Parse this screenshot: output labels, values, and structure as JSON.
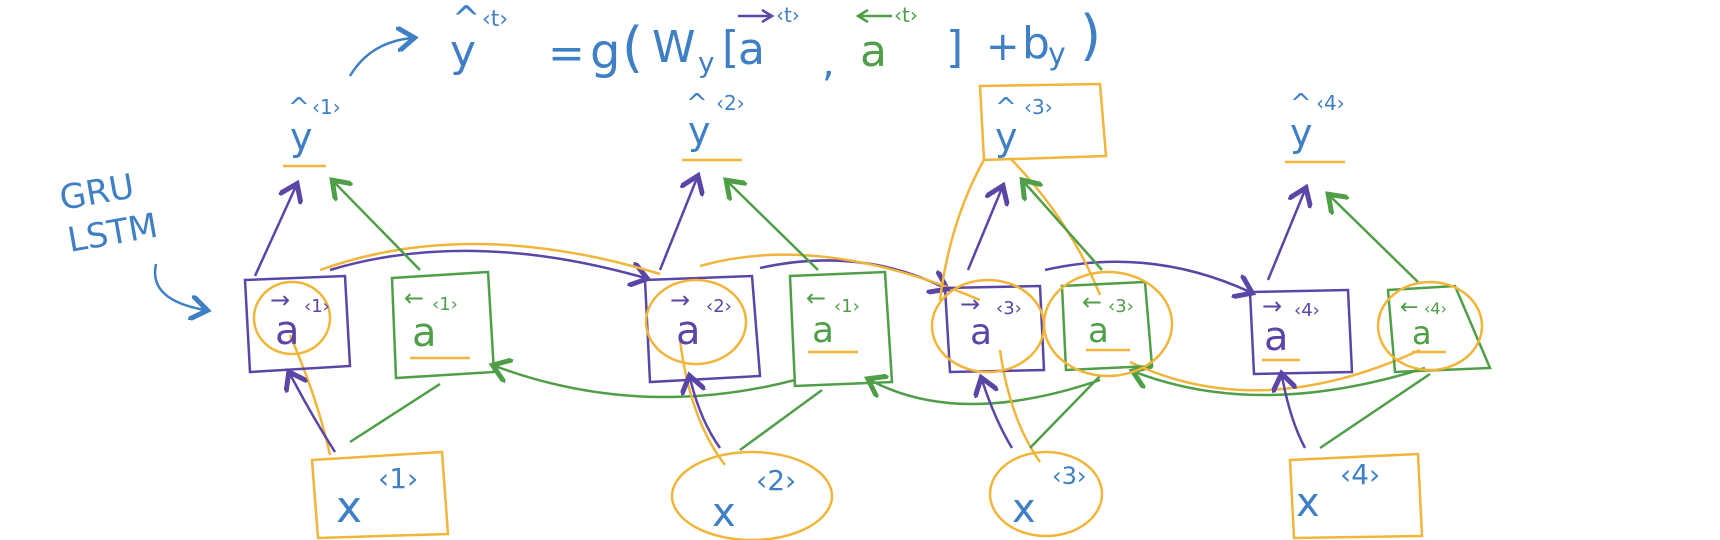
{
  "colors": {
    "blue": "#3f7fc4",
    "purple": "#5b45a6",
    "green": "#4f9e48",
    "orange": "#f0b53a",
    "background": "#ffffff"
  },
  "formula": {
    "yhat": "y",
    "hat": "^",
    "t_sup": "‹t›",
    "eq": "=",
    "g": "g",
    "paren_open": "(",
    "w": "W",
    "w_sub": "y",
    "bracket_open": "[",
    "a_fwd": "a",
    "comma": ",",
    "a_bwd": "a",
    "bracket_close": "]",
    "plus": "+",
    "b": "b",
    "b_sub": "y",
    "paren_close": ")"
  },
  "side_label": {
    "line1": "GRU",
    "line2": "LSTM"
  },
  "outputs": [
    {
      "base": "y",
      "hat": "^",
      "sup": "‹1›"
    },
    {
      "base": "y",
      "hat": "^",
      "sup": "‹2›"
    },
    {
      "base": "y",
      "hat": "^",
      "sup": "‹3›"
    },
    {
      "base": "y",
      "hat": "^",
      "sup": "‹4›"
    }
  ],
  "forward_cells": [
    {
      "base": "a",
      "arrow": "→",
      "sup": "‹1›"
    },
    {
      "base": "a",
      "arrow": "→",
      "sup": "‹2›"
    },
    {
      "base": "a",
      "arrow": "→",
      "sup": "‹3›"
    },
    {
      "base": "a",
      "arrow": "→",
      "sup": "‹4›"
    }
  ],
  "backward_cells": [
    {
      "base": "a",
      "arrow": "←",
      "sup": "‹1›"
    },
    {
      "base": "a",
      "arrow": "←",
      "sup": "‹1›"
    },
    {
      "base": "a",
      "arrow": "←",
      "sup": "‹3›"
    },
    {
      "base": "a",
      "arrow": "←",
      "sup": "‹4›"
    }
  ],
  "inputs": [
    {
      "base": "x",
      "sup": "‹1›"
    },
    {
      "base": "x",
      "sup": "‹2›"
    },
    {
      "base": "x",
      "sup": "‹3›"
    },
    {
      "base": "x",
      "sup": "‹4›"
    }
  ]
}
